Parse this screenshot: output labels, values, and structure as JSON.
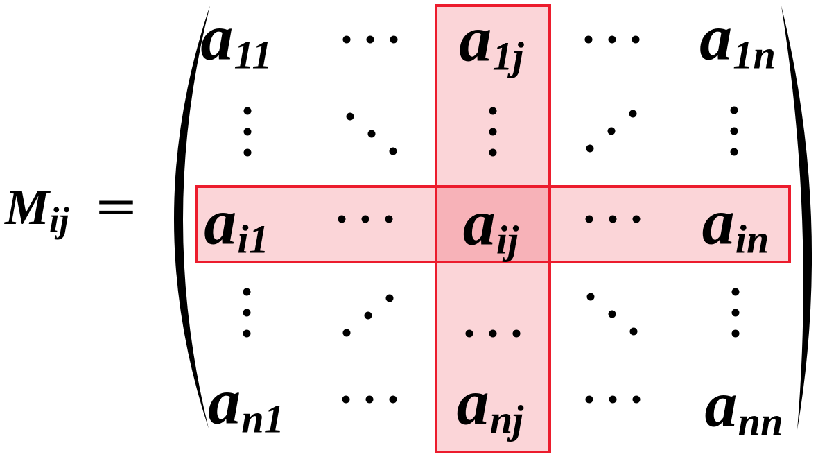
{
  "equation": {
    "lhs_base": "M",
    "lhs_subscript": "ij",
    "equals_sign": "="
  },
  "matrix": {
    "rows": [
      {
        "cells": [
          {
            "type": "entry",
            "base": "a",
            "sub": "11"
          },
          {
            "type": "cdots",
            "glyph": "⋯"
          },
          {
            "type": "entry",
            "base": "a",
            "sub": "1j"
          },
          {
            "type": "cdots",
            "glyph": "⋯"
          },
          {
            "type": "entry",
            "base": "a",
            "sub": "1n"
          }
        ]
      },
      {
        "cells": [
          {
            "type": "vdots",
            "glyph": "⋮"
          },
          {
            "type": "ddots",
            "glyph": "⋱"
          },
          {
            "type": "vdots",
            "glyph": "⋮"
          },
          {
            "type": "udots",
            "glyph": "⋰"
          },
          {
            "type": "vdots",
            "glyph": "⋮"
          }
        ]
      },
      {
        "cells": [
          {
            "type": "entry",
            "base": "a",
            "sub": "i1"
          },
          {
            "type": "cdots",
            "glyph": "⋯"
          },
          {
            "type": "entry",
            "base": "a",
            "sub": "ij"
          },
          {
            "type": "cdots",
            "glyph": "⋯"
          },
          {
            "type": "entry",
            "base": "a",
            "sub": "in"
          }
        ]
      },
      {
        "cells": [
          {
            "type": "vdots",
            "glyph": "⋮"
          },
          {
            "type": "udots",
            "glyph": "⋰"
          },
          {
            "type": "ldots",
            "glyph": "⋯"
          },
          {
            "type": "ddots",
            "glyph": "⋱"
          },
          {
            "type": "vdots",
            "glyph": "⋮"
          }
        ]
      },
      {
        "cells": [
          {
            "type": "entry",
            "base": "a",
            "sub": "n1"
          },
          {
            "type": "cdots",
            "glyph": "⋯"
          },
          {
            "type": "entry",
            "base": "a",
            "sub": "nj"
          },
          {
            "type": "cdots",
            "glyph": "⋯"
          },
          {
            "type": "entry",
            "base": "a",
            "sub": "nn"
          }
        ]
      }
    ],
    "highlighted_row_entries": [
      "a_i1",
      "a_ij",
      "a_in"
    ],
    "highlighted_column_entries": [
      "a_1j",
      "a_ij",
      "a_nj"
    ],
    "intersection_entry": "a_ij"
  },
  "colors": {
    "highlight_fill": "#fbd0d6",
    "highlight_overlap_fill": "#f6abb3",
    "highlight_border": "#ec1c2d",
    "text": "#000000",
    "background": "#ffffff"
  }
}
